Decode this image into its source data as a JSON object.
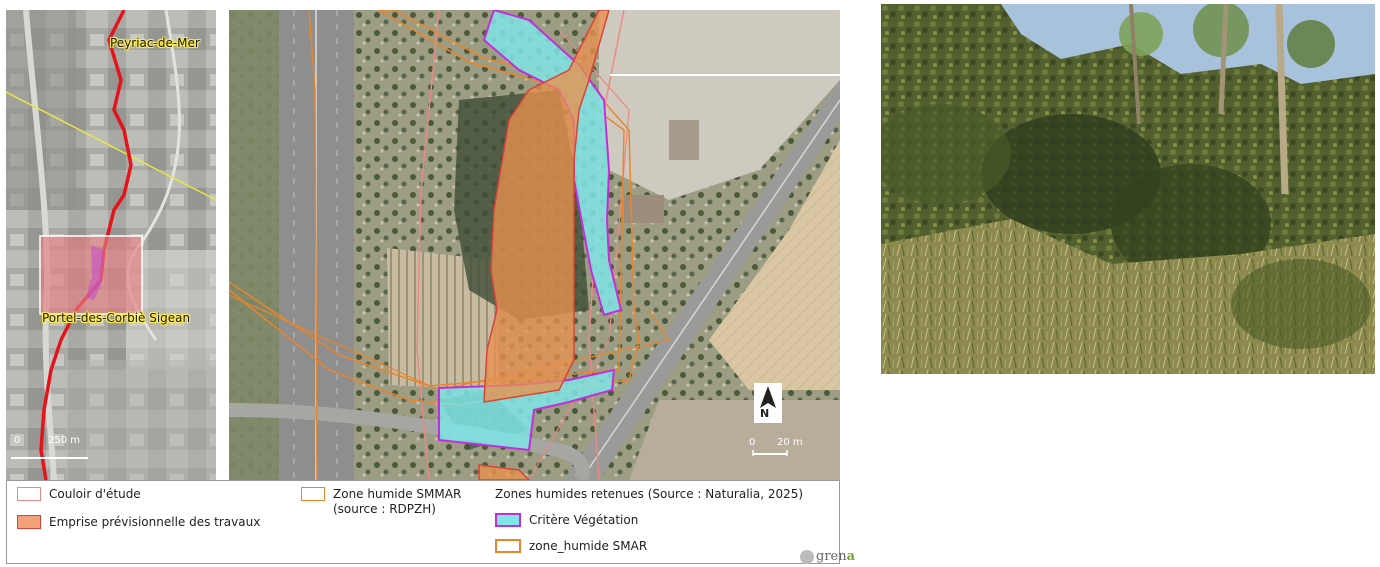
{
  "overview": {
    "labels": {
      "north_town": "Peyriac-de-Mer",
      "south_town": "Portel-des-Corbiè Sigean"
    },
    "scale_text": "250 m",
    "scale_zero": "0"
  },
  "main_map": {
    "north_arrow_label": "N",
    "scale_zero": "0",
    "scale_text": "20 m"
  },
  "legend": {
    "items": [
      {
        "label": "Couloir d'étude",
        "fill": "#ffffff",
        "stroke": "#e88a86"
      },
      {
        "label": "Emprise prévisionnelle des travaux",
        "fill": "#f2a27a",
        "stroke": "#d7443a"
      },
      {
        "label": "Zone humide SMMAR\n(source : RDPZH)",
        "fill": "#ffffff",
        "stroke": "#e9852c"
      }
    ],
    "group_title": "Zones humides retenues (Source : Naturalia, 2025)",
    "group_items": [
      {
        "label": "Critère Végétation",
        "fill": "#7fe5e6",
        "stroke": "#c12fd8"
      },
      {
        "label": "zone_humide SMAR",
        "fill": "#ffffff",
        "stroke": "#e9852c"
      }
    ],
    "logo_text_a": "gren",
    "logo_text_b": "a"
  },
  "colors": {
    "route_red": "#e4141b",
    "study_corridor": "#e88a86",
    "works_fill": "#e9914e",
    "wetland_orange": "#e9852c",
    "vegetation_fill": "#7fe5e6",
    "vegetation_stroke": "#c12fd8",
    "yellow_line": "#e6e64a"
  }
}
